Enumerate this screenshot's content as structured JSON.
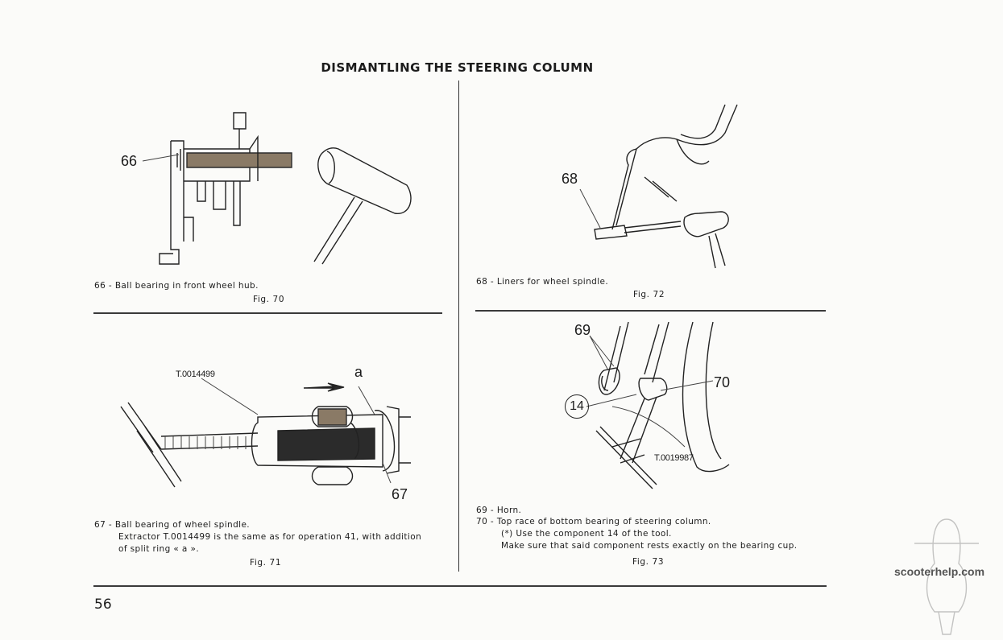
{
  "page": {
    "title": "DISMANTLING THE STEERING COLUMN",
    "page_number": "56",
    "watermark": "scooterhelp.com"
  },
  "fig70": {
    "callout": "66",
    "caption": "66 - Ball bearing in front wheel hub.",
    "label": "Fig. 70"
  },
  "fig72": {
    "callout": "68",
    "caption": "68 - Liners for wheel spindle.",
    "label": "Fig. 72"
  },
  "fig71": {
    "tool_label": "T.0014499",
    "callout_a": "a",
    "callout": "67",
    "caption_line1": "67 - Ball bearing of wheel spindle.",
    "caption_line2": "Extractor T.0014499 is the same as for operation 41, with addition",
    "caption_line3": "of split ring « a ».",
    "label": "Fig. 71"
  },
  "fig73": {
    "callout_69": "69",
    "callout_70": "70",
    "callout_14": "14",
    "tool_label": "T.0019987",
    "caption_line1": "69 - Horn.",
    "caption_line2": "70 - Top race of bottom bearing of steering column.",
    "caption_line3": "(*) Use the component 14 of the tool.",
    "caption_line4": "Make sure that said component rests exactly on the bearing cup.",
    "label": "Fig. 73"
  }
}
